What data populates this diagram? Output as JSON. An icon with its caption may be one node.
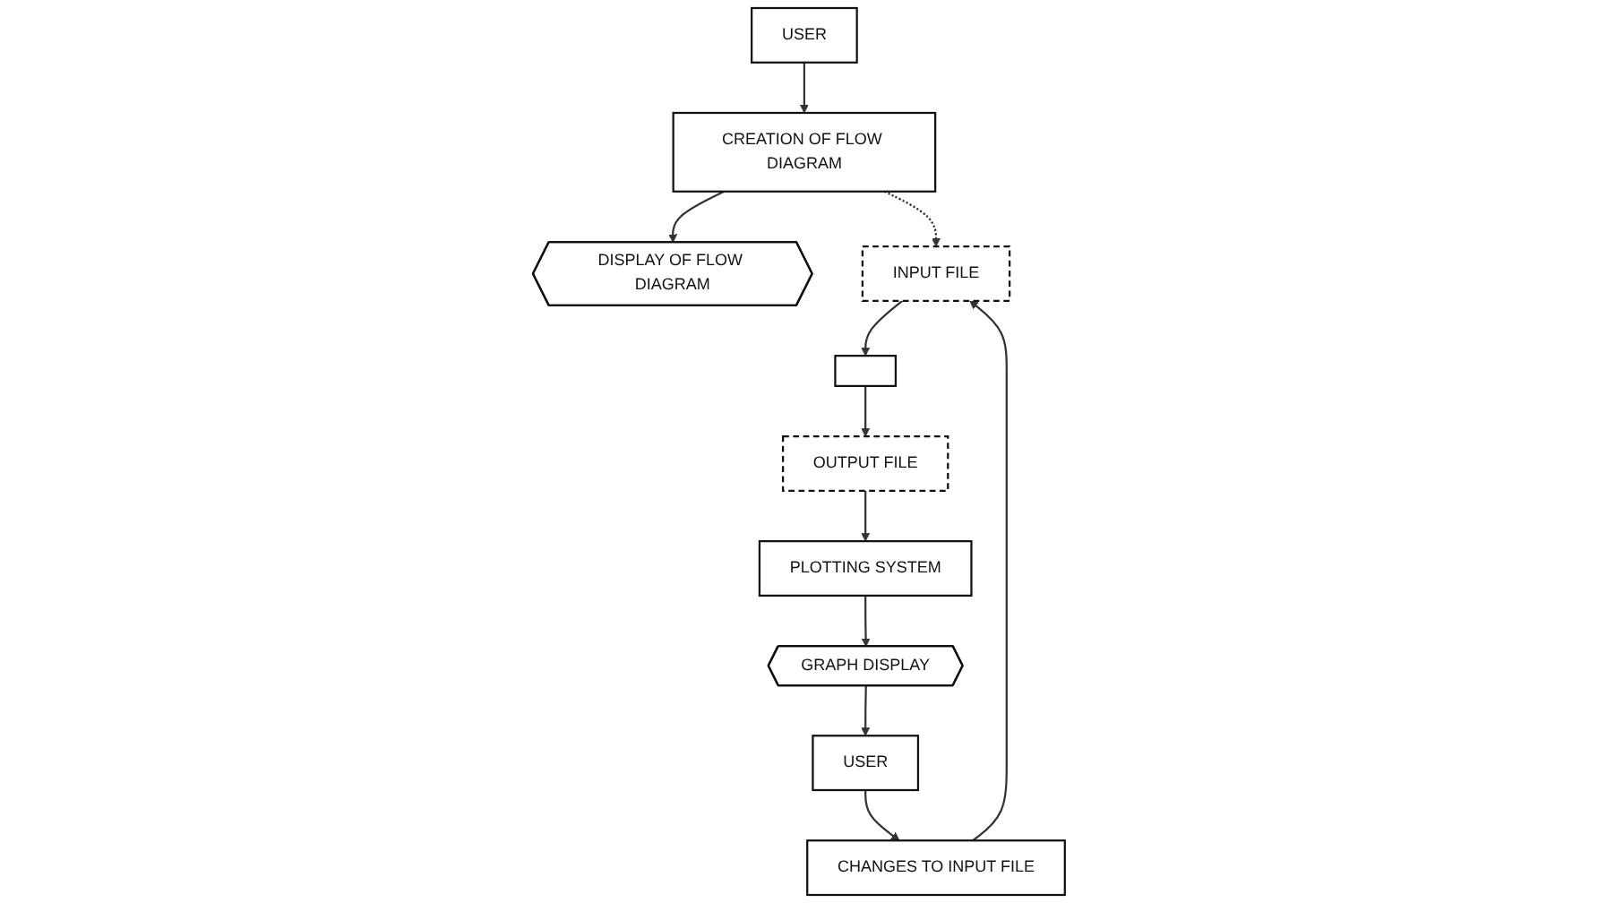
{
  "diagram": {
    "nodes": [
      {
        "text": [
          "DISPLAY OF FLOW DIAGRAM"
        ]
      },
      {
        "text": [
          "CREATION OF FLOW DIAGRAM"
        ]
      },
      {
        "text": [
          "USER"
        ]
      },
      {
        "text": [],
        "shape": "box"
      },
      {
        "text": [
          "INPUT FILE"
        ]
      },
      {
        "text": [
          "CHANGES TO INPUT FILE"
        ]
      },
      {
        "text": [
          "USER"
        ]
      },
      {
        "text": [
          "OUTPUT FILE"
        ]
      },
      {
        "text": [
          "PLOTTING SYSTEM"
        ]
      },
      {
        "text": [
          "GRAPH DISPLAY"
        ]
      }
    ],
    "edges": [
      {
        "from": 2,
        "to": 1,
        "arrow": "to"
      },
      {
        "from": 1,
        "to": 0,
        "arrow": "to"
      },
      {
        "from": 1,
        "to": 4,
        "arrow": "to",
        "style": "dashed"
      },
      {
        "from": 5,
        "to": 4,
        "arrow": "to"
      },
      {
        "from": 4,
        "to": 3,
        "arrow": "to"
      },
      {
        "from": 3,
        "to": 7,
        "arrow": "to"
      },
      {
        "from": 7,
        "to": 8,
        "arrow": "to"
      },
      {
        "from": 8,
        "to": 9,
        "arrow": "to"
      },
      {
        "from": 9,
        "to": 6,
        "arrow": "to"
      },
      {
        "from": 6,
        "to": 5,
        "arrow": "to"
      }
    ]
  }
}
